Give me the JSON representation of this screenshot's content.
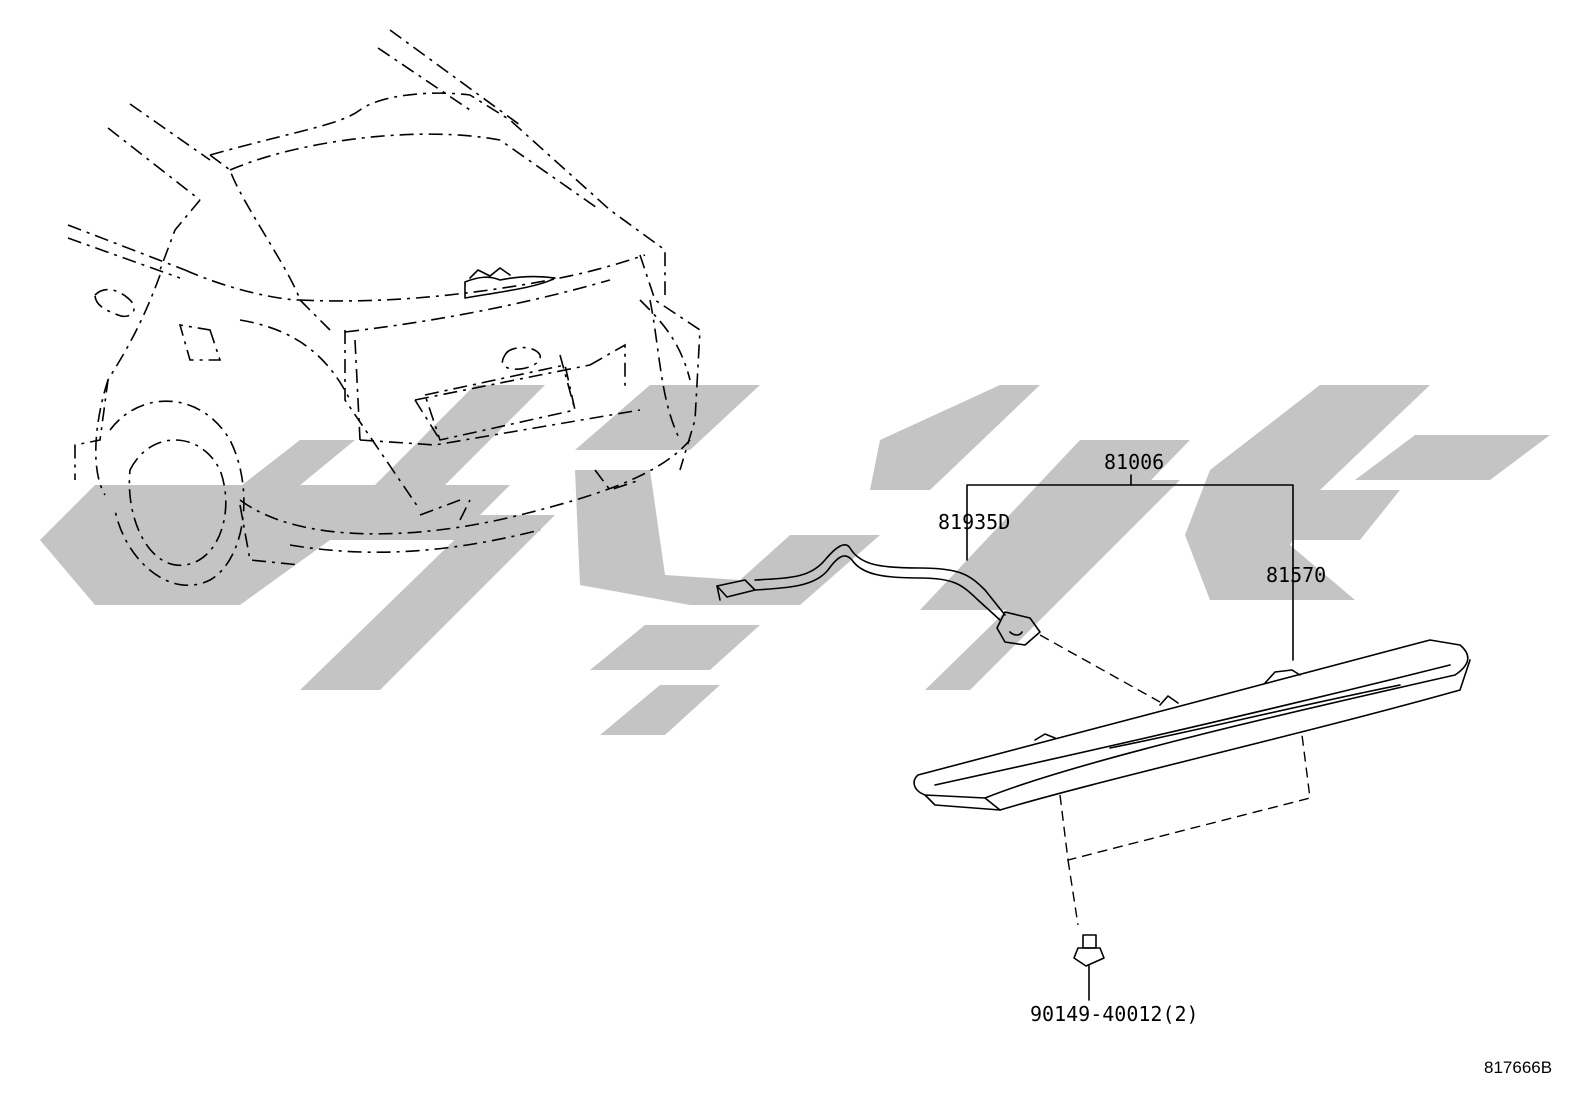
{
  "labels": {
    "assembly": "81006",
    "wire": "81935D",
    "lamp": "81570",
    "screw": "90149-40012(2)",
    "illustration_id": "817666B"
  },
  "colors": {
    "line": "#000000",
    "watermark": "#c4c4c4",
    "background": "#ffffff"
  }
}
